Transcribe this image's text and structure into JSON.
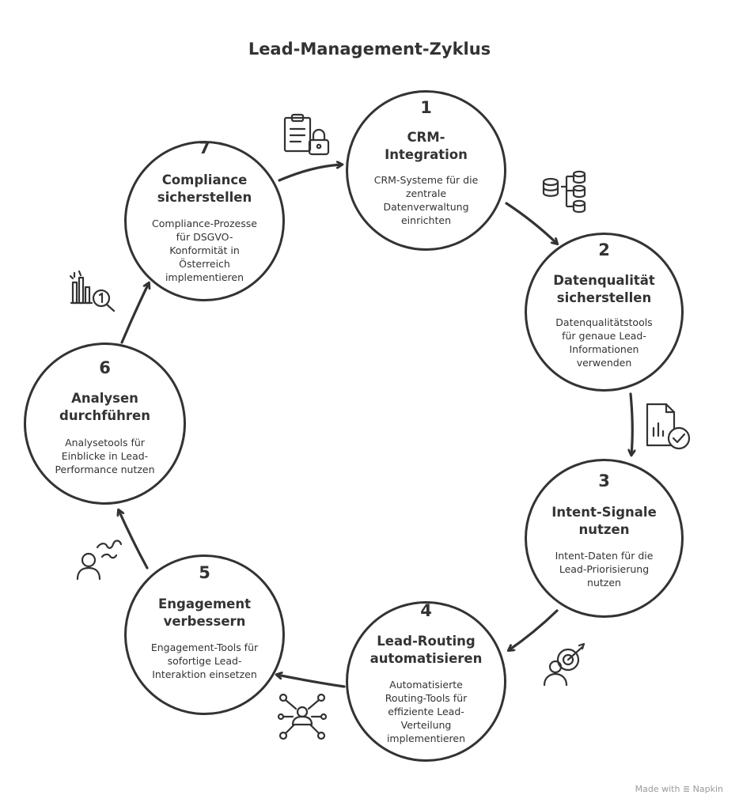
{
  "title": "Lead-Management-Zyklus",
  "footer": "Made with ≣ Napkin",
  "colors": {
    "ink": "#333333",
    "background": "#ffffff",
    "brand_text": "#9a9a9a"
  },
  "steps": [
    {
      "number": "1",
      "title": "CRM-\nIntegration",
      "text": "CRM-Systeme für die\nzentrale\nDatenverwaltung\neinrichten",
      "icon": "database-cluster-icon"
    },
    {
      "number": "2",
      "title": "Datenqualität\nsicherstellen",
      "text": "Datenqualitätstools\nfür genaue Lead-\nInformationen\nverwenden",
      "icon": "report-check-icon"
    },
    {
      "number": "3",
      "title": "Intent-Signale\nnutzen",
      "text": "Intent-Daten für die\nLead-Priorisierung\nnutzen",
      "icon": "target-person-icon"
    },
    {
      "number": "4",
      "title": "Lead-Routing\nautomatisieren",
      "text": "Automatisierte\nRouting-Tools für\neffiziente Lead-\nVerteilung\nimplementieren",
      "icon": "network-person-icon"
    },
    {
      "number": "5",
      "title": "Engagement\nverbessern",
      "text": "Engagement-Tools für\nsofortige Lead-\nInteraktion einsetzen",
      "icon": "person-chat-icon"
    },
    {
      "number": "6",
      "title": "Analysen\ndurchführen",
      "text": "Analysetools für\nEinblicke in Lead-\nPerformance nutzen",
      "icon": "chart-magnifier-icon"
    },
    {
      "number": "7",
      "title": "Compliance\nsicherstellen",
      "text": "Compliance-Prozesse\nfür DSGVO-\nKonformität in\nÖsterreich\nimplementieren",
      "icon": "clipboard-lock-icon"
    }
  ]
}
